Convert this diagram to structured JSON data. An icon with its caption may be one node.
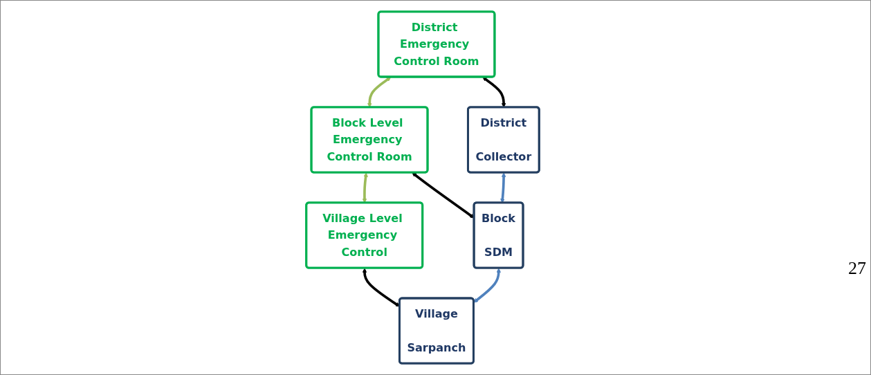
{
  "diagram": {
    "nodes": [
      {
        "text": [
          "District Emergency Control Room"
        ]
      },
      {
        "text": [
          "Block Level Emergency Control Room"
        ]
      },
      {
        "text": [
          "Village Level Emergency Control"
        ]
      },
      {
        "text": [
          "District",
          "Collector"
        ]
      },
      {
        "text": [
          "Block",
          "SDM"
        ]
      },
      {
        "text": [
          "Village",
          "Sarpanch"
        ]
      }
    ],
    "edges": [
      {
        "from": 0,
        "to": 1,
        "arrow": "both",
        "color": "#9bbb59"
      },
      {
        "from": 1,
        "to": 2,
        "arrow": "both",
        "color": "#9bbb59"
      },
      {
        "from": 0,
        "to": 3,
        "arrow": "both"
      },
      {
        "from": 1,
        "to": 4,
        "arrow": "both"
      },
      {
        "from": 2,
        "to": 5,
        "arrow": "both"
      },
      {
        "from": 3,
        "to": 4,
        "arrow": "both",
        "color": "#4f81bd"
      },
      {
        "from": 4,
        "to": 5,
        "arrow": "both",
        "color": "#4f81bd"
      }
    ],
    "labels": [
      "27"
    ]
  }
}
